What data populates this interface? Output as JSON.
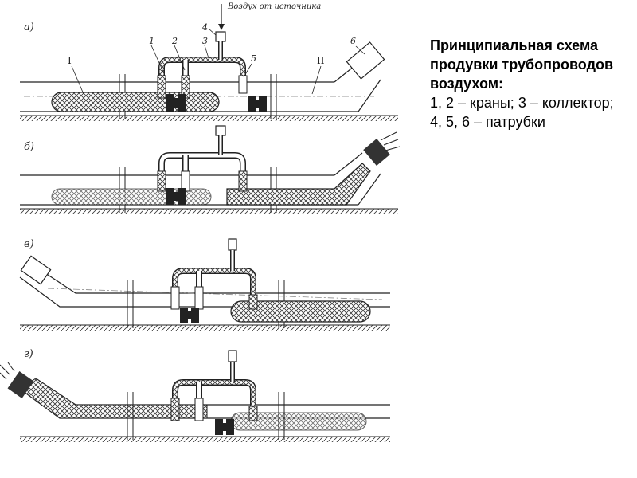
{
  "caption": {
    "title": "Принципиальная схема продувки трубопроводов воздухом:",
    "legend": "1, 2 – краны; 3 – коллектор; 4, 5, 6 – патрубки"
  },
  "figure": {
    "source_label": "Воздух от источника",
    "panels": [
      {
        "label": "а)"
      },
      {
        "label": "б)"
      },
      {
        "label": "в)"
      },
      {
        "label": "г)"
      }
    ],
    "callouts": [
      "1",
      "2",
      "3",
      "4",
      "5",
      "6"
    ],
    "sections": [
      "I",
      "II"
    ]
  }
}
